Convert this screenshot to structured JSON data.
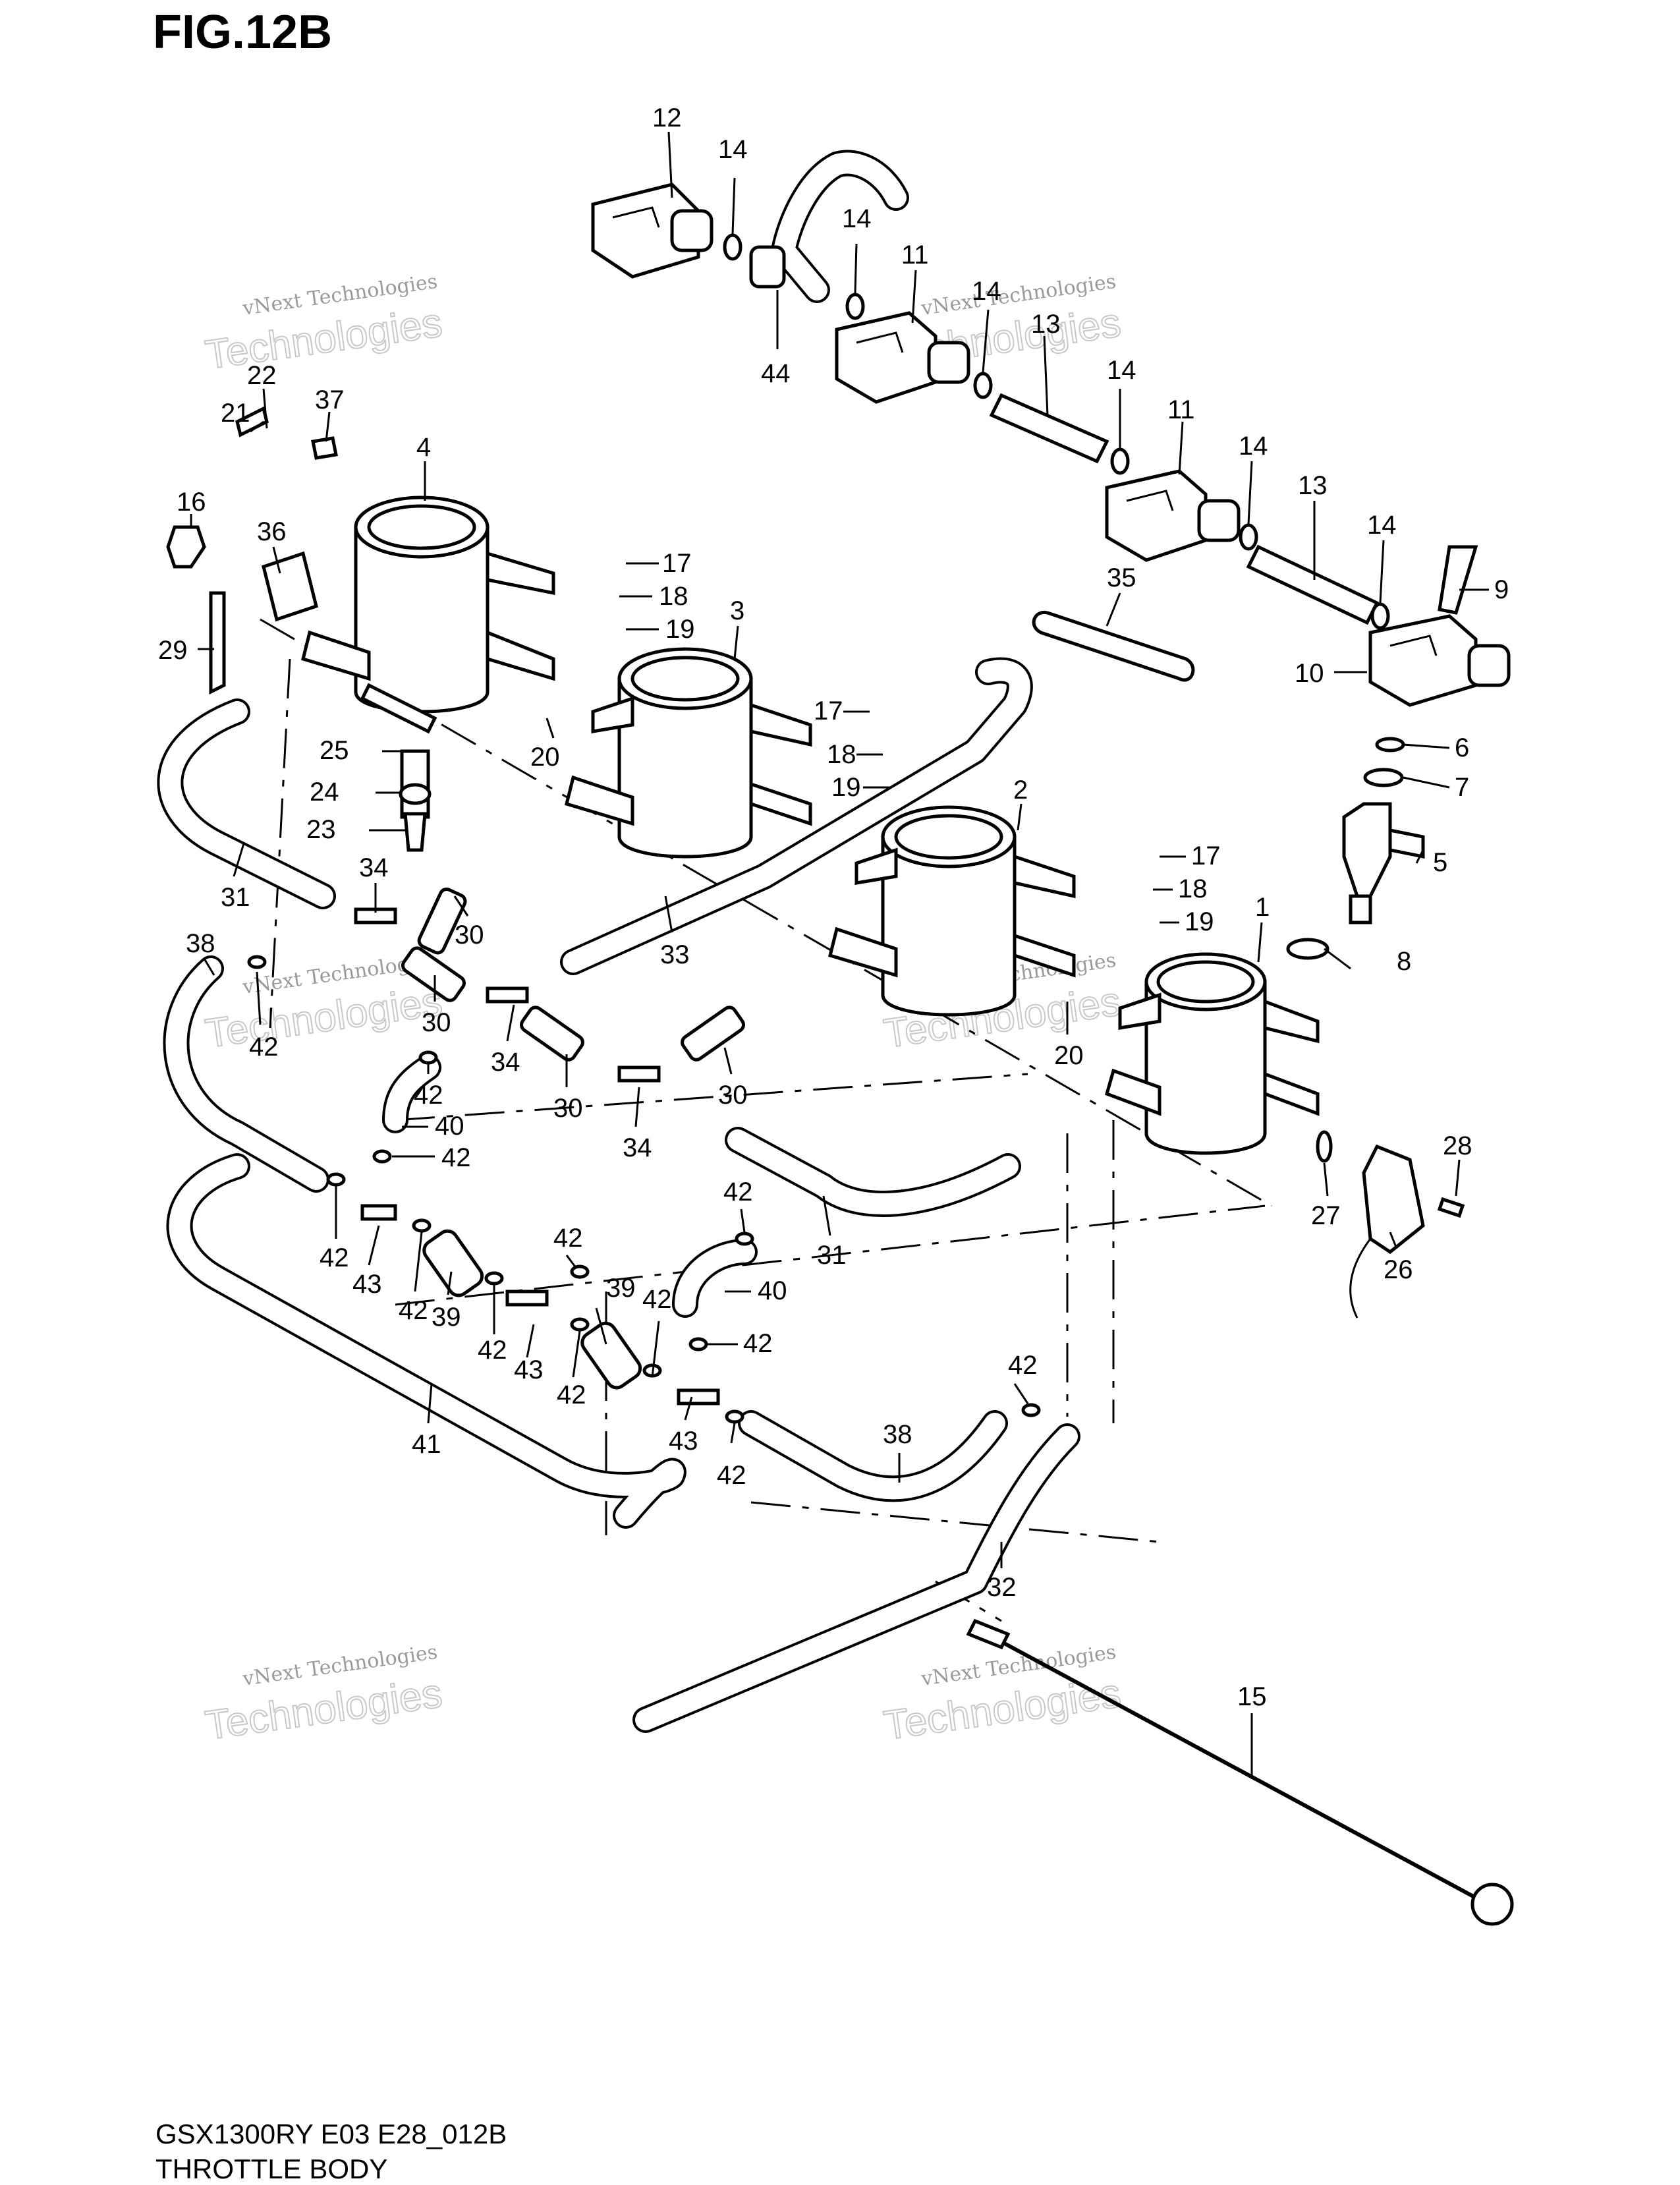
{
  "figure": {
    "title": "FIG.12B",
    "model_code": "GSX1300RY E03 E28_012B",
    "name": "THROTTLE BODY"
  },
  "watermark": {
    "line1": "vNext Technologies",
    "line2": "Technologies"
  },
  "callouts": [
    {
      "id": "c12",
      "label": "12"
    },
    {
      "id": "c14a",
      "label": "14"
    },
    {
      "id": "c14b",
      "label": "14"
    },
    {
      "id": "c11a",
      "label": "11"
    },
    {
      "id": "c14c",
      "label": "14"
    },
    {
      "id": "c13a",
      "label": "13"
    },
    {
      "id": "c44",
      "label": "44"
    },
    {
      "id": "c14d",
      "label": "14"
    },
    {
      "id": "c11b",
      "label": "11"
    },
    {
      "id": "c14e",
      "label": "14"
    },
    {
      "id": "c13b",
      "label": "13"
    },
    {
      "id": "c14f",
      "label": "14"
    },
    {
      "id": "c9",
      "label": "9"
    },
    {
      "id": "c10",
      "label": "10"
    },
    {
      "id": "c22",
      "label": "22"
    },
    {
      "id": "c21",
      "label": "21"
    },
    {
      "id": "c37",
      "label": "37"
    },
    {
      "id": "c4",
      "label": "4"
    },
    {
      "id": "c16",
      "label": "16"
    },
    {
      "id": "c36",
      "label": "36"
    },
    {
      "id": "c29",
      "label": "29"
    },
    {
      "id": "c17a",
      "label": "17"
    },
    {
      "id": "c18a",
      "label": "18"
    },
    {
      "id": "c19a",
      "label": "19"
    },
    {
      "id": "c3",
      "label": "3"
    },
    {
      "id": "c35",
      "label": "35"
    },
    {
      "id": "c17b",
      "label": "17"
    },
    {
      "id": "c18b",
      "label": "18"
    },
    {
      "id": "c19b",
      "label": "19"
    },
    {
      "id": "c6",
      "label": "6"
    },
    {
      "id": "c7",
      "label": "7"
    },
    {
      "id": "c25",
      "label": "25"
    },
    {
      "id": "c20a",
      "label": "20"
    },
    {
      "id": "c24",
      "label": "24"
    },
    {
      "id": "c23",
      "label": "23"
    },
    {
      "id": "c2",
      "label": "2"
    },
    {
      "id": "c5",
      "label": "5"
    },
    {
      "id": "c34a",
      "label": "34"
    },
    {
      "id": "c17c",
      "label": "17"
    },
    {
      "id": "c18c",
      "label": "18"
    },
    {
      "id": "c19c",
      "label": "19"
    },
    {
      "id": "c1",
      "label": "1"
    },
    {
      "id": "c31a",
      "label": "31"
    },
    {
      "id": "c30a",
      "label": "30"
    },
    {
      "id": "c38a",
      "label": "38"
    },
    {
      "id": "c33",
      "label": "33"
    },
    {
      "id": "c8",
      "label": "8"
    },
    {
      "id": "c30b",
      "label": "30"
    },
    {
      "id": "c42a",
      "label": "42"
    },
    {
      "id": "c34b",
      "label": "34"
    },
    {
      "id": "c20b",
      "label": "20"
    },
    {
      "id": "c42b",
      "label": "42"
    },
    {
      "id": "c30c",
      "label": "30"
    },
    {
      "id": "c30d",
      "label": "30"
    },
    {
      "id": "c40a",
      "label": "40"
    },
    {
      "id": "c42c",
      "label": "42"
    },
    {
      "id": "c34c",
      "label": "34"
    },
    {
      "id": "c28",
      "label": "28"
    },
    {
      "id": "c27",
      "label": "27"
    },
    {
      "id": "c42d",
      "label": "42"
    },
    {
      "id": "c31b",
      "label": "31"
    },
    {
      "id": "c42e",
      "label": "42"
    },
    {
      "id": "c42f",
      "label": "42"
    },
    {
      "id": "c26",
      "label": "26"
    },
    {
      "id": "c43a",
      "label": "43"
    },
    {
      "id": "c42g",
      "label": "42"
    },
    {
      "id": "c39a",
      "label": "39"
    },
    {
      "id": "c39b",
      "label": "39"
    },
    {
      "id": "c42h",
      "label": "42"
    },
    {
      "id": "c40b",
      "label": "40"
    },
    {
      "id": "c42i",
      "label": "42"
    },
    {
      "id": "c42j",
      "label": "42"
    },
    {
      "id": "c43b",
      "label": "43"
    },
    {
      "id": "c42k",
      "label": "42"
    },
    {
      "id": "c42l",
      "label": "42"
    },
    {
      "id": "c41",
      "label": "41"
    },
    {
      "id": "c43c",
      "label": "43"
    },
    {
      "id": "c38b",
      "label": "38"
    },
    {
      "id": "c42m",
      "label": "42"
    },
    {
      "id": "c32",
      "label": "32"
    },
    {
      "id": "c15",
      "label": "15"
    }
  ]
}
